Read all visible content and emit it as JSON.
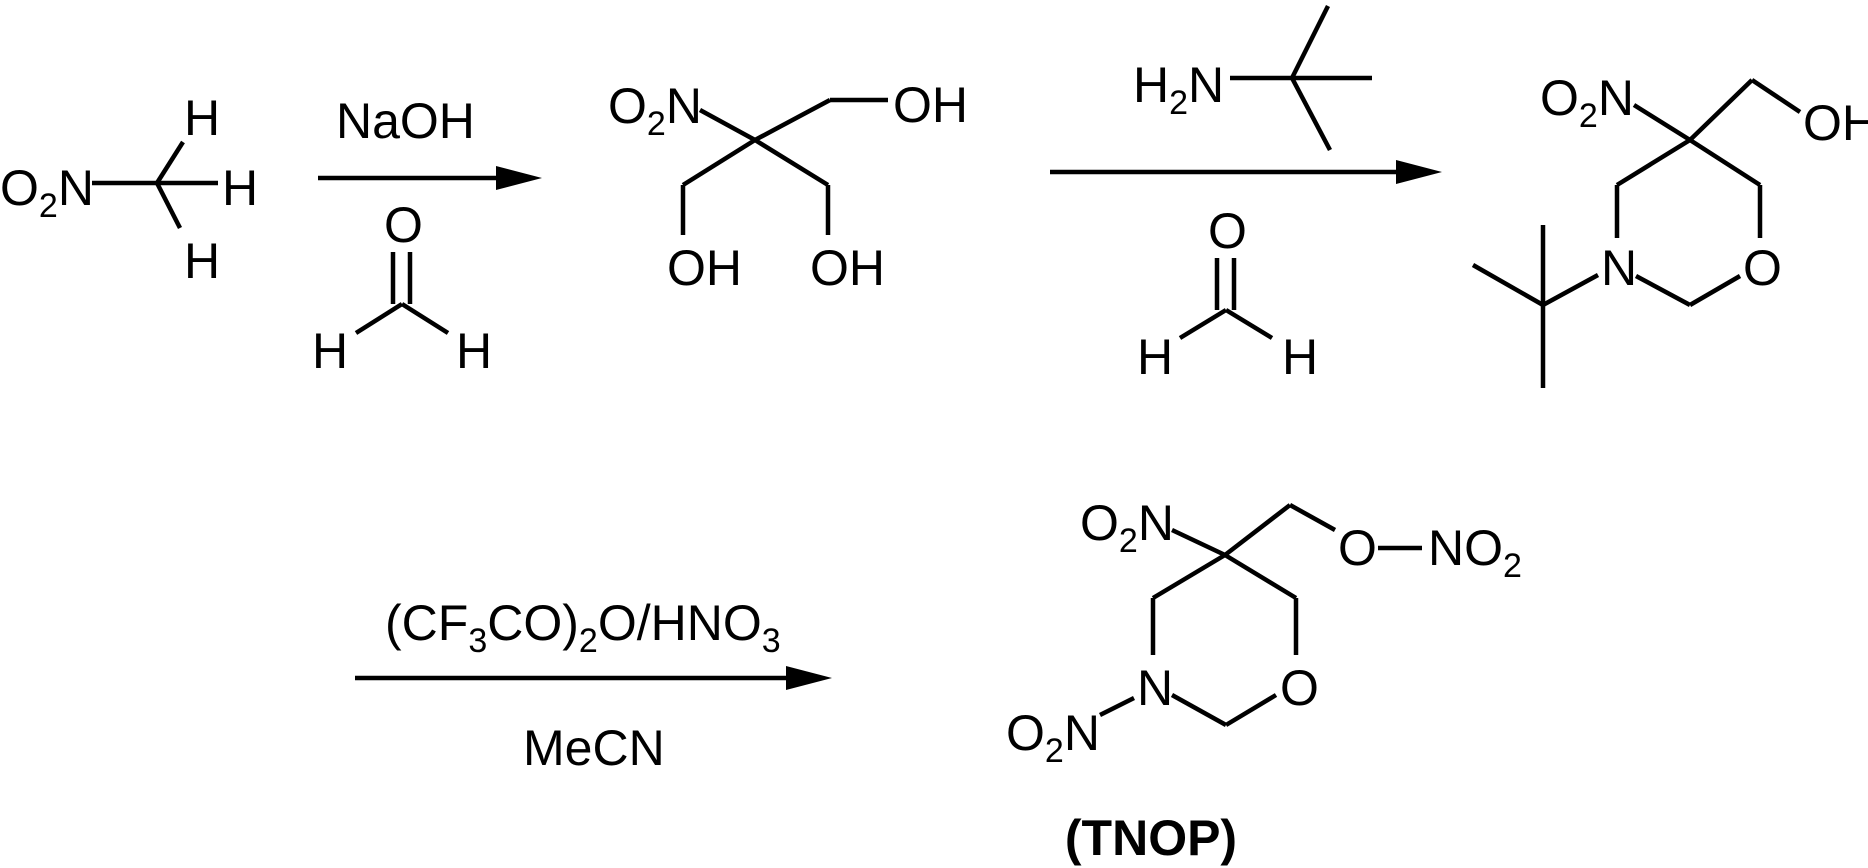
{
  "molecules": {
    "nitromethane": {
      "no2": [
        "O",
        "2",
        "N"
      ],
      "h_top": "H",
      "h_right": "H",
      "h_bottom": "H"
    },
    "triol": {
      "no2": [
        "O",
        "2",
        "N"
      ],
      "oh_right": "OH",
      "oh_left": "OH",
      "oh_mid": "OH"
    },
    "oxazinane": {
      "no2": [
        "O",
        "2",
        "N"
      ],
      "oh": "OH",
      "n": "N",
      "o": "O"
    },
    "tnop": {
      "no2_top": [
        "O",
        "2",
        "N"
      ],
      "ester_o": "O",
      "ester_no2": [
        "NO",
        "2"
      ],
      "n": "N",
      "o": "O",
      "n_no2": [
        "O",
        "2",
        "N"
      ],
      "caption": "(TNOP)"
    }
  },
  "reagents": {
    "step1": {
      "above": "NaOH",
      "formaldehyde": {
        "o": "O",
        "h_left": "H",
        "h_right": "H"
      }
    },
    "step2": {
      "amine_h2n": [
        "H",
        "2",
        "N"
      ],
      "formaldehyde": {
        "o": "O",
        "h_left": "H",
        "h_right": "H"
      }
    },
    "step3": {
      "above": [
        "(CF",
        "3",
        "CO)",
        "2",
        "O/HNO",
        "3"
      ],
      "below": "MeCN"
    }
  },
  "colors": {
    "ink": "#000000",
    "background": "#ffffff"
  }
}
